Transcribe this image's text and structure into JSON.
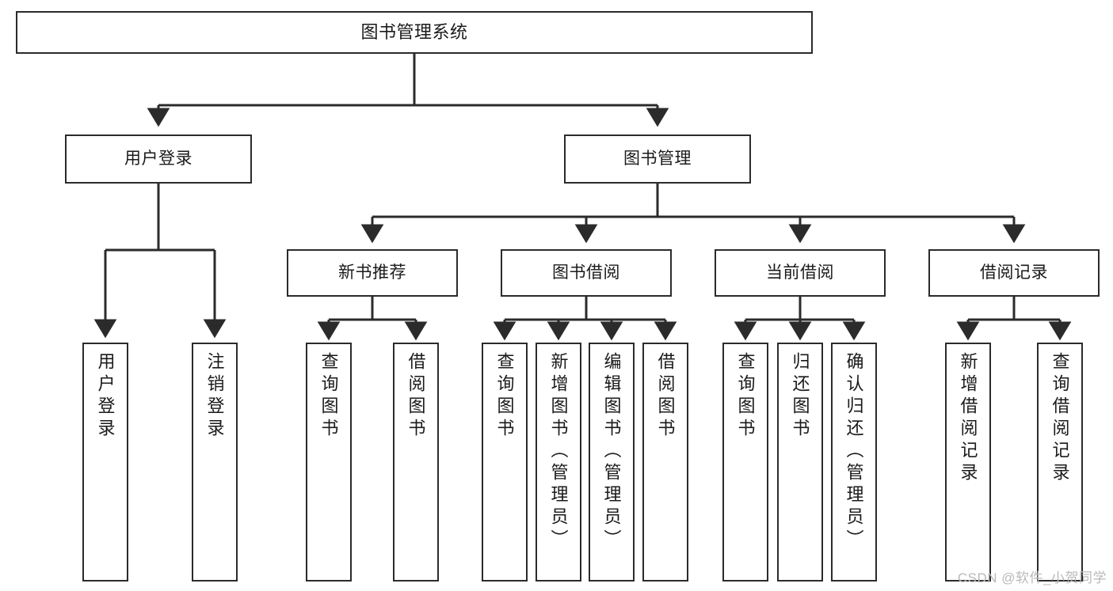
{
  "diagram": {
    "title": "图书管理系统",
    "type": "tree-hierarchy-diagram",
    "colors": {
      "box_border": "#2b2b2b",
      "box_fill": "#ffffff",
      "edge": "#2b2b2b",
      "text": "#1a1a1a",
      "watermark": "#b9b9b9",
      "background": "#ffffff"
    },
    "root": {
      "label": "图书管理系统"
    },
    "level2": [
      {
        "label": "用户登录"
      },
      {
        "label": "图书管理"
      }
    ],
    "level3": [
      {
        "label": "新书推荐"
      },
      {
        "label": "图书借阅"
      },
      {
        "label": "当前借阅"
      },
      {
        "label": "借阅记录"
      }
    ],
    "leaves": {
      "user_login": [
        {
          "label": "用户登录"
        },
        {
          "label": "注销登录"
        }
      ],
      "new_book_recommend": [
        {
          "label": "查询图书"
        },
        {
          "label": "借阅图书"
        }
      ],
      "book_borrow": [
        {
          "label": "查询图书"
        },
        {
          "label": "新增图书（管理员）"
        },
        {
          "label": "编辑图书（管理员）"
        },
        {
          "label": "借阅图书"
        }
      ],
      "current_borrow": [
        {
          "label": "查询图书"
        },
        {
          "label": "归还图书"
        },
        {
          "label": "确认归还（管理员）"
        }
      ],
      "borrow_record": [
        {
          "label": "新增借阅记录"
        },
        {
          "label": "查询借阅记录"
        }
      ]
    }
  },
  "watermark": {
    "text": "CSDN @软件_小贺同学"
  }
}
